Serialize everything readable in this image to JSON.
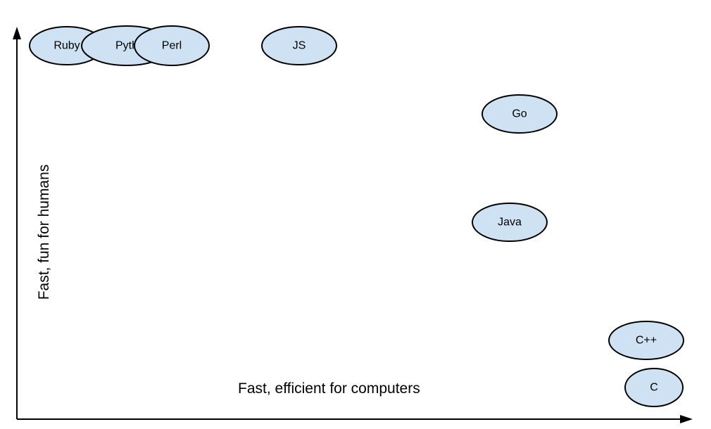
{
  "diagram": {
    "x_axis_label": "Fast, efficient for computers",
    "y_axis_label": "Fast, fun for humans",
    "colors": {
      "bubble_fill": "#cfe2f3",
      "stroke": "#000000",
      "background": "#ffffff"
    },
    "nodes": [
      {
        "id": "ruby",
        "label": "Ruby"
      },
      {
        "id": "python",
        "label": "Pyth"
      },
      {
        "id": "perl",
        "label": "Perl"
      },
      {
        "id": "js",
        "label": "JS"
      },
      {
        "id": "go",
        "label": "Go"
      },
      {
        "id": "java",
        "label": "Java"
      },
      {
        "id": "cpp",
        "label": "C++"
      },
      {
        "id": "c",
        "label": "C"
      }
    ]
  }
}
